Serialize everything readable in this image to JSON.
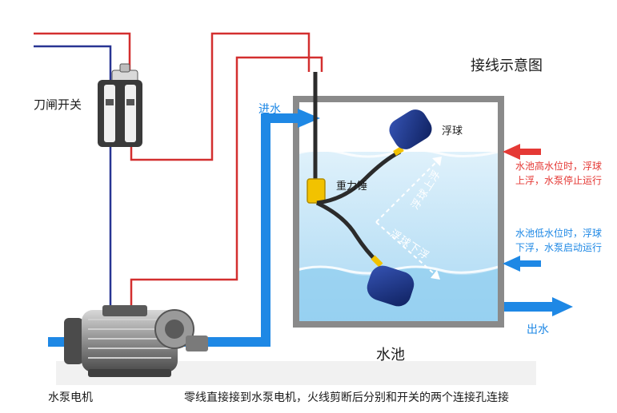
{
  "diagram_title": "接线示意图",
  "knife_switch_label": "刀闸开关",
  "inlet_label": "进水",
  "float_label": "浮球",
  "weight_label": "重力锤",
  "float_up_label": "浮球上浮",
  "float_down_label": "浮球下浮",
  "high_level_note": [
    "水池高水位时，浮球",
    "上浮，水泵停止运行"
  ],
  "low_level_note": [
    "水池低水位时，浮球",
    "下浮，水泵启动运行"
  ],
  "outlet_label": "出水",
  "pool_label": "水池",
  "motor_label": "水泵电机",
  "wiring_caption": "零线直接接到水泵电机，火线剪断后分别和开关的两个连接孔连接",
  "colors": {
    "live_wire": "#d32f2f",
    "neutral_wire": "#283593",
    "water_arrow": "#1e88e5",
    "red_arrow": "#e53935",
    "tank_wall": "#8a8a8a",
    "water": "#bfe3f6",
    "float": "#1a3a8a",
    "weight": "#f2c200"
  }
}
